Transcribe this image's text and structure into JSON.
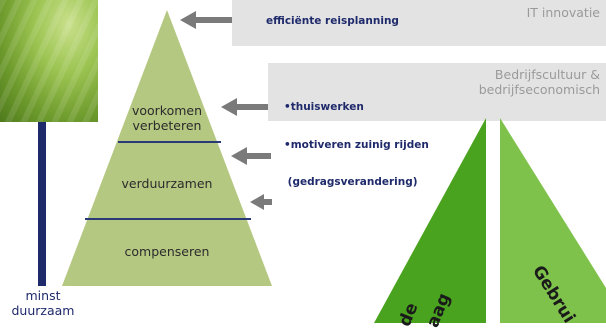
{
  "left": {
    "axis_bottom_label_line1": "minst",
    "axis_bottom_label_line2": "duurzaam"
  },
  "pyramid": {
    "tiers": [
      {
        "line1": "voorkomen",
        "line2": "verbeteren"
      },
      {
        "line1": "verduurzamen"
      },
      {
        "line1": "compenseren"
      }
    ]
  },
  "boxes": {
    "top": {
      "title": "IT innovatie",
      "items": [
        "efficiënte reisplanning"
      ]
    },
    "second": {
      "title_line1": "Bedrijfscultuur &",
      "title_line2": "bedrijfseconomisch",
      "items": [
        "•thuiswerken",
        "•motiveren zuinig rijden",
        " (gedragsverandering)"
      ]
    }
  },
  "right_triangles": {
    "left_text": "de",
    "left_text2": "aag",
    "right_text": "Gebrui"
  },
  "colors": {
    "pyramid_fill": "#b5c882",
    "pyramid_divider": "#2a3a78",
    "axis": "#1f2a6b",
    "box_bg": "#e3e3e3",
    "arrow": "#7a7a7a",
    "green_dark": "#4aa31f",
    "green_light": "#7fc24b"
  }
}
